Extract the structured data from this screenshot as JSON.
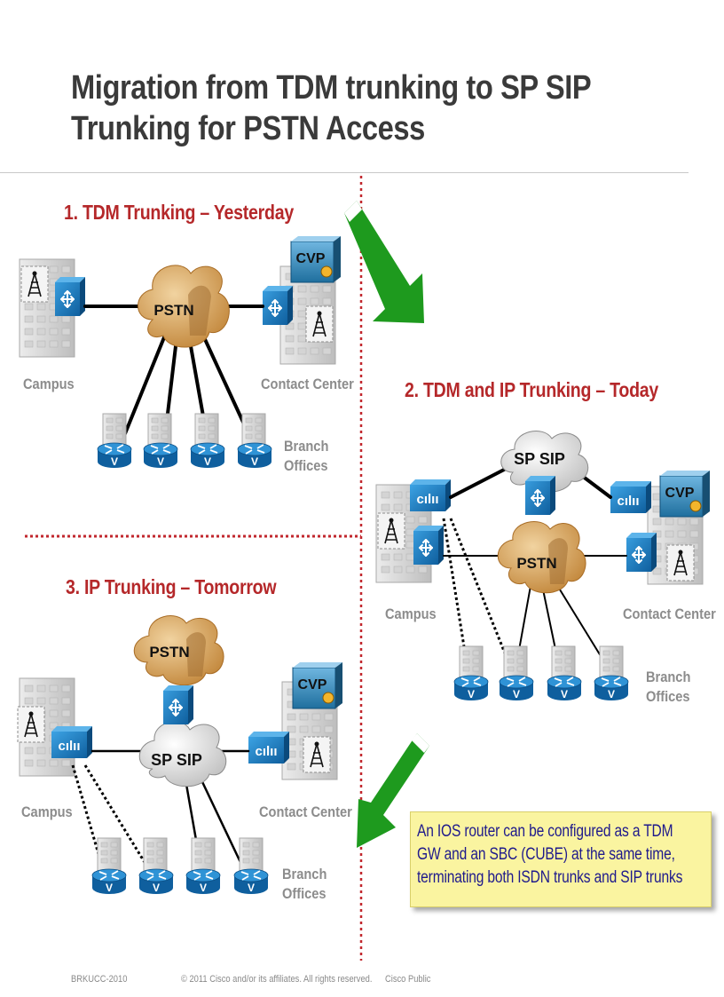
{
  "title": {
    "line1": "Migration from TDM trunking to SP SIP",
    "line2": "Trunking for PSTN Access"
  },
  "scenes": {
    "s1": {
      "heading": "1. TDM Trunking – Yesterday"
    },
    "s2": {
      "heading": "2. TDM and IP Trunking – Today"
    },
    "s3": {
      "heading": "3. IP Trunking – Tomorrow"
    }
  },
  "labels": {
    "campus": "Campus",
    "contact_center": "Contact Center",
    "branch_line1": "Branch",
    "branch_line2": "Offices",
    "pstn": "PSTN",
    "sp_sip": "SP SIP",
    "cvp": "CVP",
    "router_v": "V"
  },
  "note": {
    "line1": "An IOS router can be configured as a TDM",
    "line2": "GW and an SBC (CUBE) at the same time,",
    "line3": "terminating both ISDN trunks and SIP trunks"
  },
  "footer": {
    "session": "BRKUCC-2010",
    "copyright": "© 2011 Cisco and/or its affiliates. All rights reserved.",
    "classification": "Cisco Public"
  },
  "colors": {
    "heading_red": "#b5282a",
    "arrow_green": "#1e9a1e",
    "device_blue": "#1c7fc4",
    "cloud_pstn": "#d9a35c",
    "cloud_sip": "#e4e4e4",
    "note_bg": "#faf4a0",
    "note_text": "#1f1a8c"
  }
}
